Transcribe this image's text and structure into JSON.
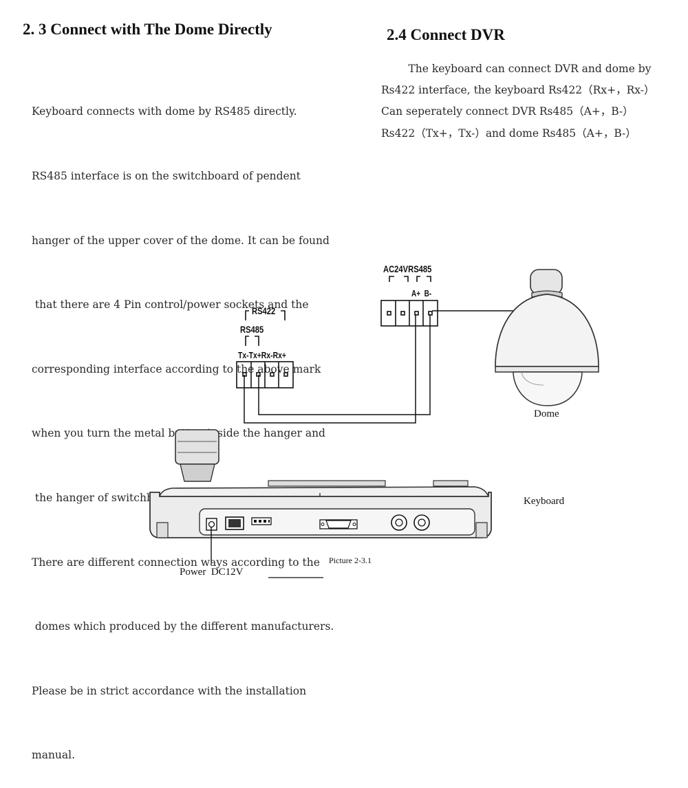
{
  "left": {
    "heading": "2. 3   Connect with The Dome  Directly",
    "lines": [
      "Keyboard connects with dome by RS485 directly.",
      "RS485 interface is on the switchboard of pendent",
      "hanger of the upper cover of the dome. It can be found",
      " that there are 4 Pin control/power sockets and the",
      "corresponding interface according to the above mark",
      "when you turn the metal button inside the hanger and",
      " the hanger of switchboard.",
      "There are different connection ways according to the",
      " domes which produced by the different manufacturers.",
      "Please be in strict accordance with the installation",
      "manual."
    ]
  },
  "right": {
    "heading": "2.4   Connect DVR",
    "lines": [
      "        The keyboard can connect DVR and dome by",
      "Rs422 interface, the keyboard Rs422（Rx+，Rx-）",
      "Can seperately connect DVR Rs485（A+，B-）",
      "Rs422（Tx+，Tx-）and dome Rs485（A+，B-）"
    ]
  },
  "diagram": {
    "dome_terminal": {
      "top_label": "AC24VRS485",
      "sub_label": "A+  B-"
    },
    "keyboard_terminal": {
      "rs422_label": "RS422",
      "rs485_label": "RS485",
      "pins_label": "Tx-Tx+Rx-Rx+"
    },
    "dome_label": "Dome",
    "keyboard_label": "Keyboard",
    "caption": "Picture 2-3.1",
    "power_label": "Power  DC12V"
  }
}
